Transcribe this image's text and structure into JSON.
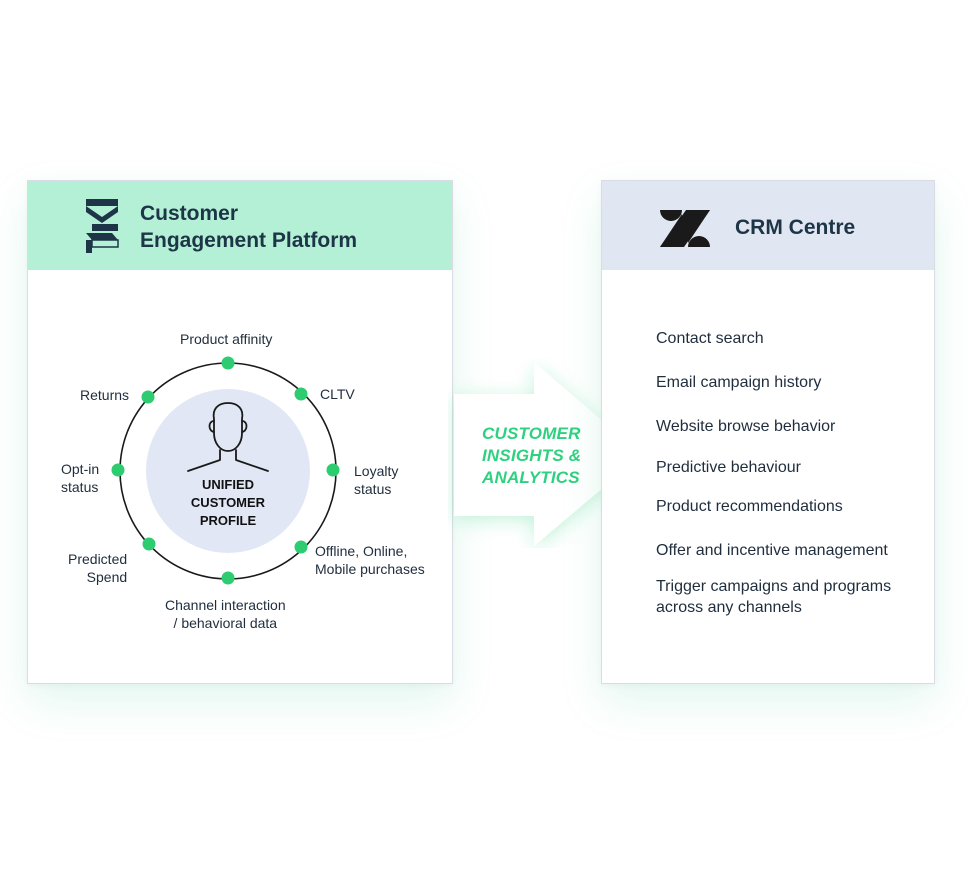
{
  "left_card": {
    "title_line1": "Customer",
    "title_line2": "Engagement Platform",
    "header_color": "#b3f0d6"
  },
  "profile": {
    "line1": "UNIFIED",
    "line2": "CUSTOMER",
    "line3": "PROFILE",
    "icon": "person-icon"
  },
  "attributes": [
    "Product affinity",
    "CLTV",
    "Loyalty status",
    "Offline, Online, Mobile purchases",
    "Channel interaction / behavioral data",
    "Predicted Spend",
    "Opt-in status",
    "Returns"
  ],
  "attribute_lines": {
    "product_affinity": "Product affinity",
    "cltv": "CLTV",
    "loyalty_1": "Loyalty",
    "loyalty_2": "status",
    "offline_1": "Offline, Online,",
    "offline_2": "Mobile purchases",
    "channel_1": "Channel interaction",
    "channel_2": "/ behavioral data",
    "predicted_1": "Predicted",
    "predicted_2": "Spend",
    "optin_1": "Opt-in",
    "optin_2": "status",
    "returns": "Returns"
  },
  "arrow": {
    "line1": "CUSTOMER",
    "line2": "INSIGHTS &",
    "line3": "ANALYTICS",
    "color": "#2ed17f"
  },
  "right_card": {
    "title": "CRM Centre",
    "header_color": "#e1e7f2",
    "items": [
      "Contact search",
      "Email campaign history",
      "Website browse behavior",
      "Predictive behaviour",
      "Product recommendations",
      "Offer and incentive management",
      "Trigger campaigns and programs across any channels"
    ]
  },
  "colors": {
    "dot": "#2ecc71",
    "ring": "#1a1a1a",
    "profile_fill": "#e1e7f5",
    "title_text": "#1d3547"
  }
}
